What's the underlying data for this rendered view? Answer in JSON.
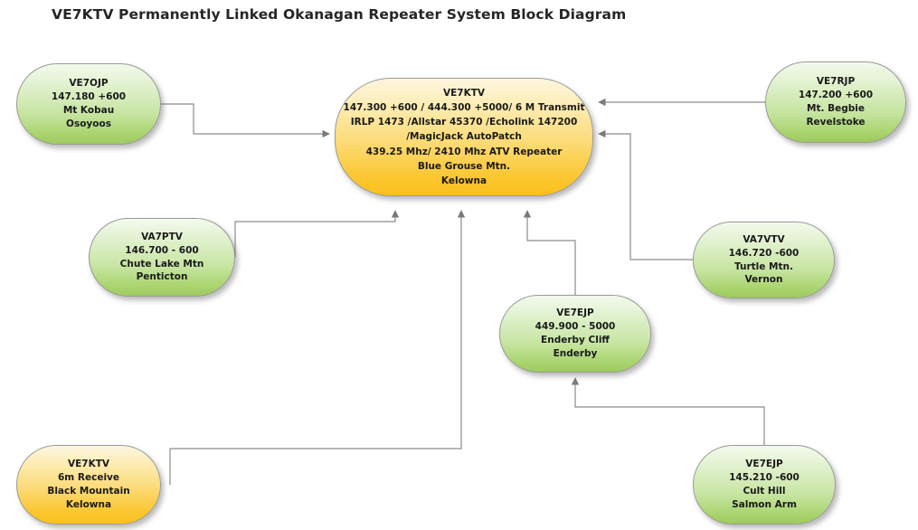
{
  "diagram": {
    "title": "VE7KTV Permanently Linked Okanagan Repeater System Block Diagram",
    "colors": {
      "hub_fill_top": "#fdf6e0",
      "hub_fill_bottom": "#fac01e",
      "site_fill_top": "#f3faec",
      "site_fill_bottom": "#9ecb60",
      "node_border": "#9a9a9a",
      "connector": "#8c8c8c",
      "title_text": "#262626",
      "node_text": "#1a1a1a",
      "background": "#ffffff"
    },
    "nodes": [
      {
        "id": "center",
        "role": "hub",
        "lines": [
          "VE7KTV",
          "147.300 +600 / 444.300 +5000/ 6 M Transmit",
          "IRLP 1473 /Allstar 45370 /Echolink 147200",
          "/MagicJack AutoPatch",
          "439.25 Mhz/ 2410 Mhz ATV Repeater",
          "Blue Grouse Mtn.",
          "Kelowna"
        ]
      },
      {
        "id": "ve7ojp",
        "role": "site",
        "lines": [
          "VE7OJP",
          "147.180 +600",
          "Mt Kobau",
          "Osoyoos"
        ]
      },
      {
        "id": "va7ptv",
        "role": "site",
        "lines": [
          "VA7PTV",
          "146.700 - 600",
          "Chute Lake Mtn",
          "Penticton"
        ]
      },
      {
        "id": "ve7ktv6m",
        "role": "hub",
        "lines": [
          "VE7KTV",
          "6m Receive",
          "Black Mountain",
          "Kelowna"
        ]
      },
      {
        "id": "ve7rjp",
        "role": "site",
        "lines": [
          "VE7RJP",
          "147.200 +600",
          "Mt. Begbie",
          "Revelstoke"
        ]
      },
      {
        "id": "va7vtv",
        "role": "site",
        "lines": [
          "VA7VTV",
          "146.720 -600",
          "Turtle Mtn.",
          "Vernon"
        ]
      },
      {
        "id": "ve7ejp_enderby",
        "role": "site",
        "lines": [
          "VE7EJP",
          "449.900 - 5000",
          "Enderby Cliff",
          "Enderby"
        ]
      },
      {
        "id": "ve7ejp_salmon",
        "role": "site",
        "lines": [
          "VE7EJP",
          "145.210 -600",
          "Cult Hill",
          "Salmon Arm"
        ]
      }
    ],
    "connectors": [
      {
        "from": "ve7ojp",
        "to": "center"
      },
      {
        "from": "va7ptv",
        "to": "center"
      },
      {
        "from": "ve7ktv6m",
        "to": "center"
      },
      {
        "from": "ve7rjp",
        "to": "center"
      },
      {
        "from": "va7vtv",
        "to": "center"
      },
      {
        "from": "ve7ejp_enderby",
        "to": "center"
      },
      {
        "from": "ve7ejp_salmon",
        "to": "ve7ejp_enderby"
      }
    ]
  }
}
